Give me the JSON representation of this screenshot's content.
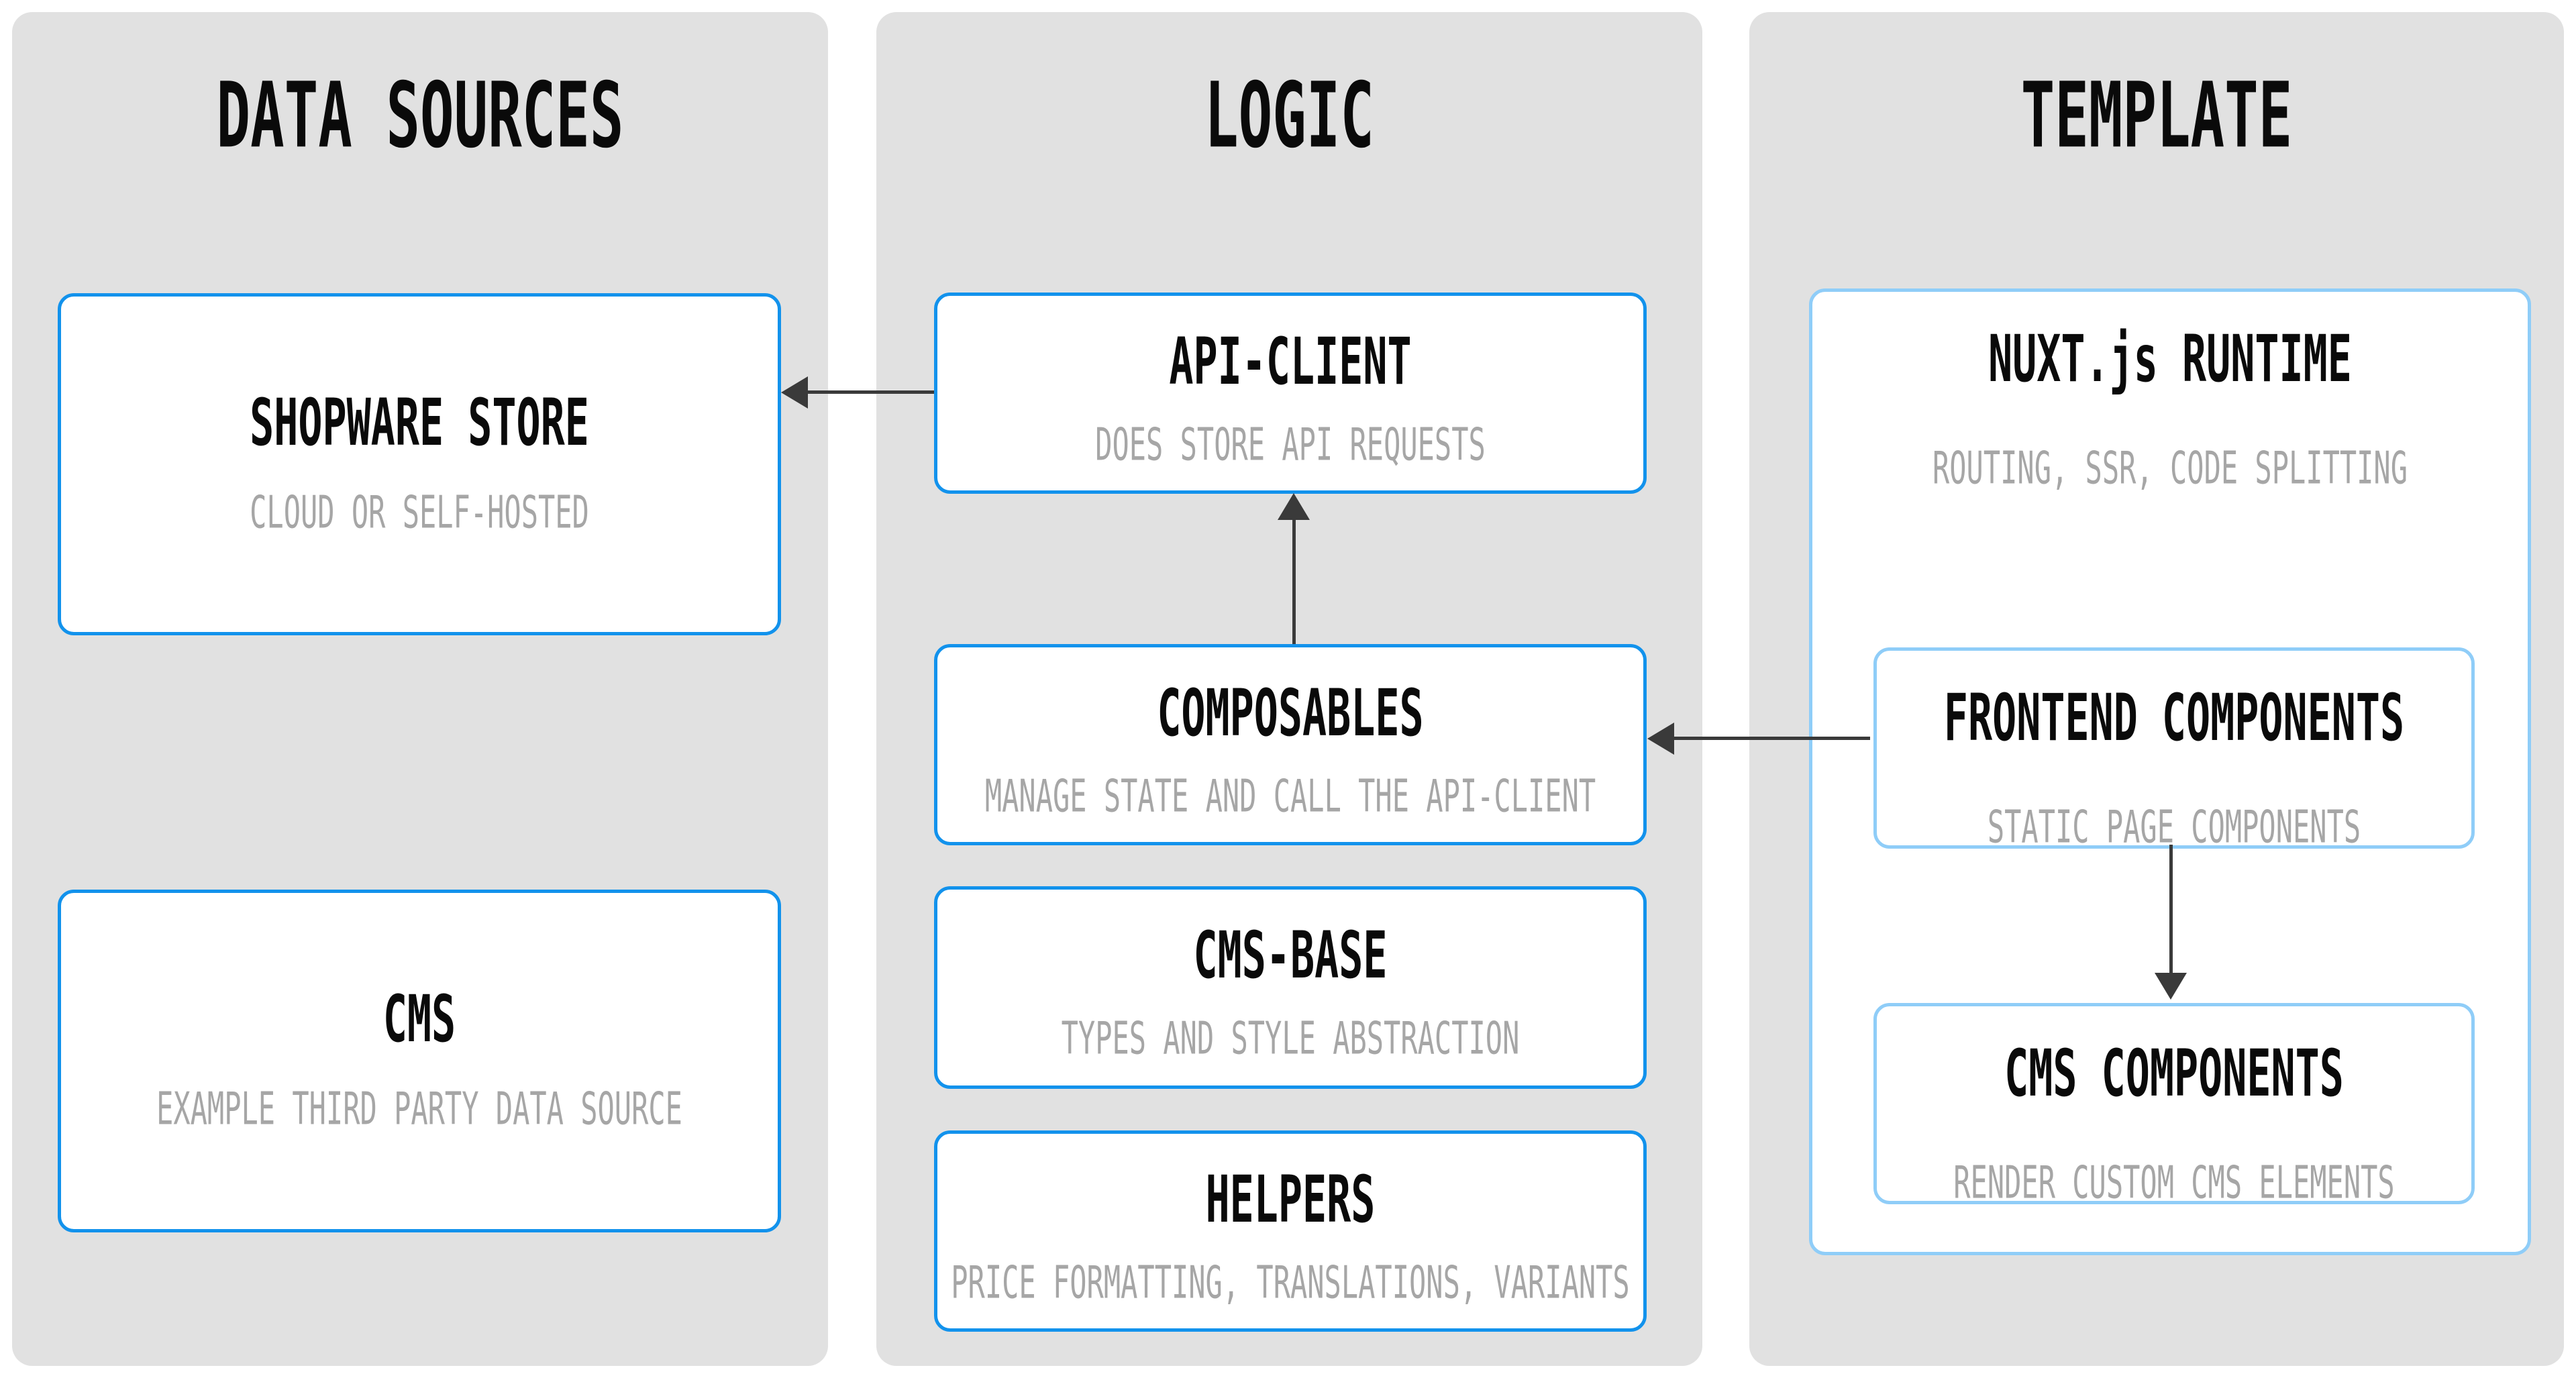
{
  "diagram": {
    "columns": [
      {
        "title": "DATA SOURCES",
        "boxes": [
          {
            "title": "SHOPWARE STORE",
            "subtitle": "CLOUD OR SELF-HOSTED"
          },
          {
            "title": "CMS",
            "subtitle": "EXAMPLE THIRD PARTY DATA SOURCE"
          }
        ]
      },
      {
        "title": "LOGIC",
        "boxes": [
          {
            "title": "API-CLIENT",
            "subtitle": "DOES STORE API REQUESTS"
          },
          {
            "title": "COMPOSABLES",
            "subtitle": "MANAGE STATE AND CALL THE API-CLIENT"
          },
          {
            "title": "CMS-BASE",
            "subtitle": "TYPES AND STYLE ABSTRACTION"
          },
          {
            "title": "HELPERS",
            "subtitle": "PRICE FORMATTING, TRANSLATIONS, VARIANTS"
          }
        ]
      },
      {
        "title": "TEMPLATE",
        "runtime": {
          "title": "NUXT.js RUNTIME",
          "subtitle": "ROUTING, SSR, CODE SPLITTING",
          "boxes": [
            {
              "title": "FRONTEND COMPONENTS",
              "subtitle": "STATIC PAGE COMPONENTS"
            },
            {
              "title": "CMS COMPONENTS",
              "subtitle": "RENDER CUSTOM CMS ELEMENTS"
            }
          ]
        }
      }
    ],
    "arrows": [
      {
        "from": "API-CLIENT",
        "to": "SHOPWARE STORE",
        "direction": "left"
      },
      {
        "from": "COMPOSABLES",
        "to": "API-CLIENT",
        "direction": "up"
      },
      {
        "from": "FRONTEND COMPONENTS",
        "to": "COMPOSABLES",
        "direction": "left"
      },
      {
        "from": "FRONTEND COMPONENTS",
        "to": "CMS COMPONENTS",
        "direction": "down"
      }
    ],
    "colors": {
      "page_background": "#ffffff",
      "panel_background": "#e1e1e1",
      "box_border_blue": "#1292ec",
      "box_border_light_blue": "#8fcdf8",
      "title_text": "#0a0a0a",
      "subtitle_text": "#a6a6a6",
      "arrow": "#3a3a3a"
    }
  }
}
